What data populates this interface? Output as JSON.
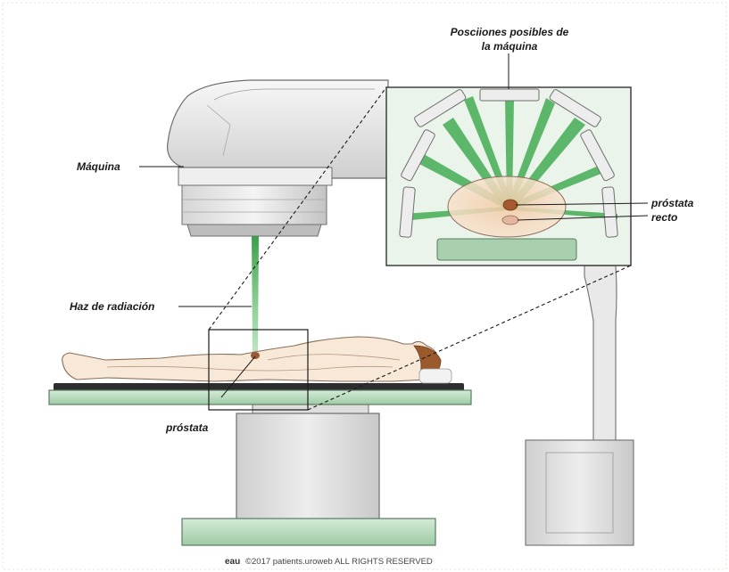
{
  "labels": {
    "positions_line1": "Posciiones posibles de",
    "positions_line2": "la máquina",
    "machine": "Máquina",
    "beam": "Haz de radiación",
    "prostate_main": "próstata",
    "prostate_inset": "próstata",
    "rectum": "recto"
  },
  "footer": {
    "logo": "eau",
    "text": "©2017 patients.uroweb ALL RIGHTS RESERVED"
  },
  "colors": {
    "beam_green": "#3aa84a",
    "table_green": "#bfe0c4",
    "inset_bg": "#eaf4ea",
    "skin": "#f6e3d2",
    "machine_grey": "#e4e4e4"
  }
}
